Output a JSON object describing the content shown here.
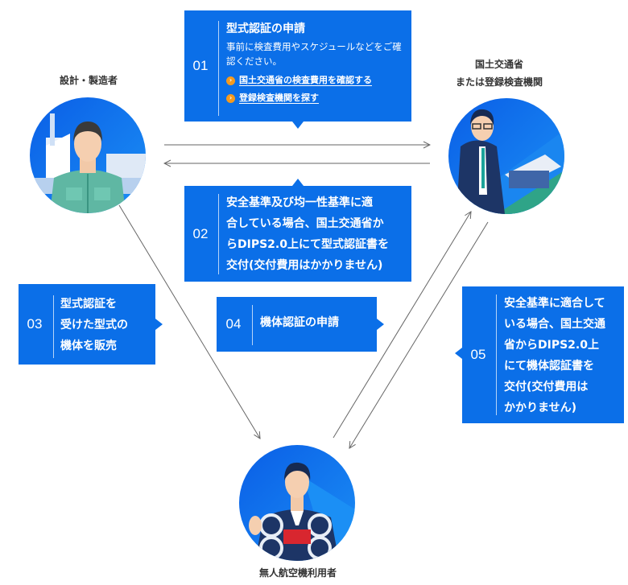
{
  "actors": {
    "manufacturer": {
      "label": "設計・製造者"
    },
    "ministry": {
      "label_line1": "国土交通省",
      "label_line2": "または登録検査機関"
    },
    "user": {
      "label": "無人航空機利用者"
    }
  },
  "steps": [
    {
      "num": "01",
      "title": "型式認証の申請",
      "body": "事前に検査費用やスケジュールなどをご確認ください。",
      "links": [
        {
          "label": "国土交通省の検査費用を確認する",
          "icon": "chevron-right-icon"
        },
        {
          "label": "登録検査機関を探す",
          "icon": "chevron-right-icon"
        }
      ]
    },
    {
      "num": "02",
      "lines": [
        "安全基準及び均一性基準に適",
        "合している場合、国土交通省か",
        "らDIPS2.0上にて型式認証書を",
        "交付(交付費用はかかりません)"
      ]
    },
    {
      "num": "03",
      "lines": [
        "型式認証を",
        "受けた型式の",
        "機体を販売"
      ]
    },
    {
      "num": "04",
      "lines": [
        "機体認証の申請"
      ]
    },
    {
      "num": "05",
      "lines": [
        "安全基準に適合して",
        "いる場合、国土交通",
        "省からDIPS2.0上",
        "にて機体認証書を",
        "交付(交付費用は",
        "かかりません)"
      ]
    }
  ],
  "colors": {
    "box": "#0b6fe8",
    "link_dot": "#f59a1d",
    "arrow": "#666666"
  }
}
